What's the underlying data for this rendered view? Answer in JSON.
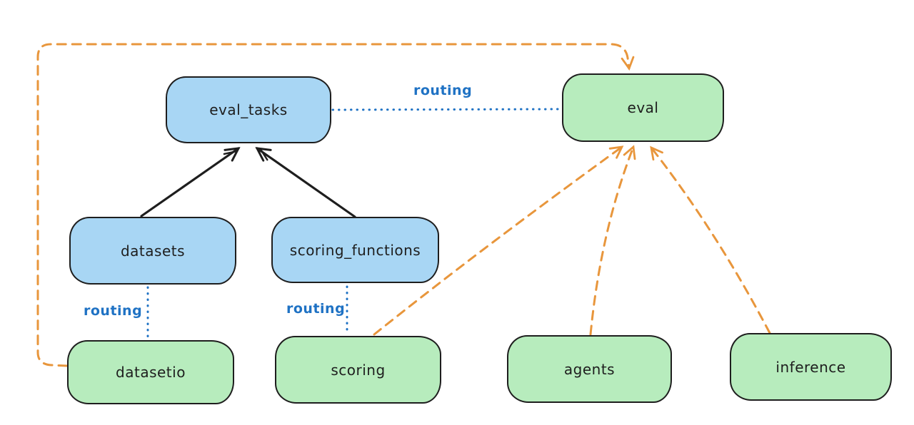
{
  "diagram": {
    "colors": {
      "api_node_fill_blue": "#a8d6f4",
      "provider_node_fill_green": "#b7ecbd",
      "node_border": "#1e1e1e",
      "solid_arrow_black": "#1e1e1e",
      "dashed_arrow_orange": "#e8963c",
      "routing_dotted_blue": "#1f72c4",
      "background": "#ffffff"
    },
    "nodes": [
      {
        "id": "eval_tasks",
        "label": "eval_tasks",
        "style": "blue"
      },
      {
        "id": "eval",
        "label": "eval",
        "style": "green"
      },
      {
        "id": "datasets",
        "label": "datasets",
        "style": "blue"
      },
      {
        "id": "scoring_functions",
        "label": "scoring_functions",
        "style": "blue"
      },
      {
        "id": "datasetio",
        "label": "datasetio",
        "style": "green"
      },
      {
        "id": "scoring",
        "label": "scoring",
        "style": "green"
      },
      {
        "id": "agents",
        "label": "agents",
        "style": "green"
      },
      {
        "id": "inference",
        "label": "inference",
        "style": "green"
      }
    ],
    "edges": [
      {
        "from": "datasets",
        "to": "eval_tasks",
        "style": "solid-black-arrow",
        "label": ""
      },
      {
        "from": "scoring_functions",
        "to": "eval_tasks",
        "style": "solid-black-arrow",
        "label": ""
      },
      {
        "from": "eval_tasks",
        "to": "eval",
        "style": "dotted-blue",
        "label": "routing"
      },
      {
        "from": "datasets",
        "to": "datasetio",
        "style": "dotted-blue",
        "label": "routing"
      },
      {
        "from": "scoring_functions",
        "to": "scoring",
        "style": "dotted-blue",
        "label": "routing"
      },
      {
        "from": "datasetio",
        "to": "eval",
        "style": "dashed-orange-arrow",
        "label": ""
      },
      {
        "from": "scoring",
        "to": "eval",
        "style": "dashed-orange-arrow",
        "label": ""
      },
      {
        "from": "agents",
        "to": "eval",
        "style": "dashed-orange-arrow",
        "label": ""
      },
      {
        "from": "inference",
        "to": "eval",
        "style": "dashed-orange-arrow",
        "label": ""
      }
    ]
  }
}
